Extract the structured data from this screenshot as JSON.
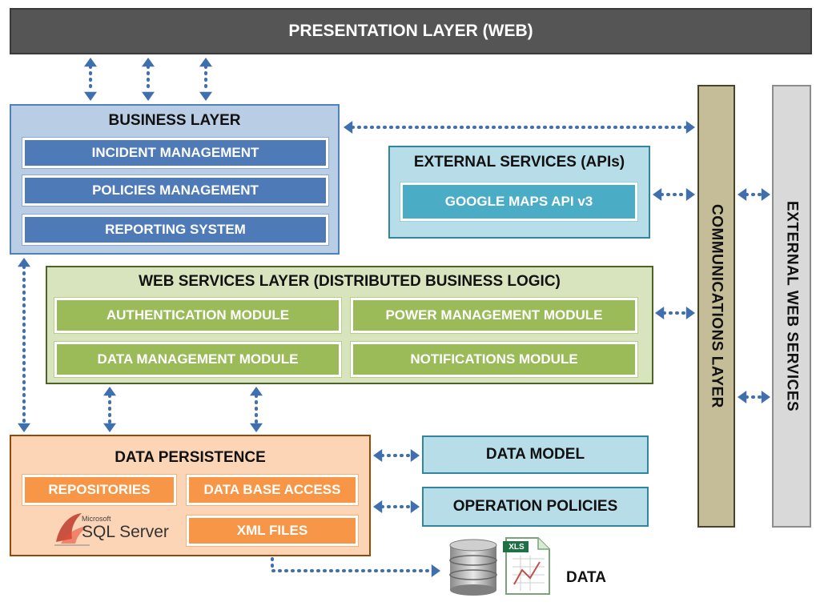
{
  "presentation_layer": "PRESENTATION LAYER (WEB)",
  "business_layer": {
    "title": "BUSINESS LAYER",
    "modules": [
      "INCIDENT MANAGEMENT",
      "POLICIES MANAGEMENT",
      "REPORTING SYSTEM"
    ]
  },
  "external_services": {
    "title": "EXTERNAL SERVICES (APIs)",
    "modules": [
      "GOOGLE MAPS API v3"
    ]
  },
  "web_services_layer": {
    "title": "WEB SERVICES LAYER (DISTRIBUTED BUSINESS LOGIC)",
    "modules": [
      "AUTHENTICATION MODULE",
      "POWER MANAGEMENT MODULE",
      "DATA MANAGEMENT MODULE",
      "NOTIFICATIONS MODULE"
    ]
  },
  "data_persistence": {
    "title": "DATA PERSISTENCE",
    "modules": [
      "REPOSITORIES",
      "DATA BASE ACCESS",
      "XML FILES"
    ],
    "logo_small": "Microsoft",
    "logo_main": "SQL Server"
  },
  "data_model": "DATA MODEL",
  "operation_policies": "OPERATION POLICIES",
  "communications_layer": "COMMUNICATIONS LAYER",
  "external_web_services": "EXTERNAL WEB SERVICES",
  "data_label": "DATA",
  "xls_label": "XLS",
  "colors": {
    "presentation": "#555555",
    "business_bg": "#b9cde5",
    "business_module": "#4f7ab8",
    "web_services_bg": "#d7e4bd",
    "web_services_module": "#9bbb59",
    "persistence_bg": "#fbd5b5",
    "persistence_module": "#f79646",
    "external_module": "#4bacc6",
    "communications": "#c4bd97",
    "external_web_services": "#d9d9d9",
    "arrow": "#3f6fae"
  }
}
